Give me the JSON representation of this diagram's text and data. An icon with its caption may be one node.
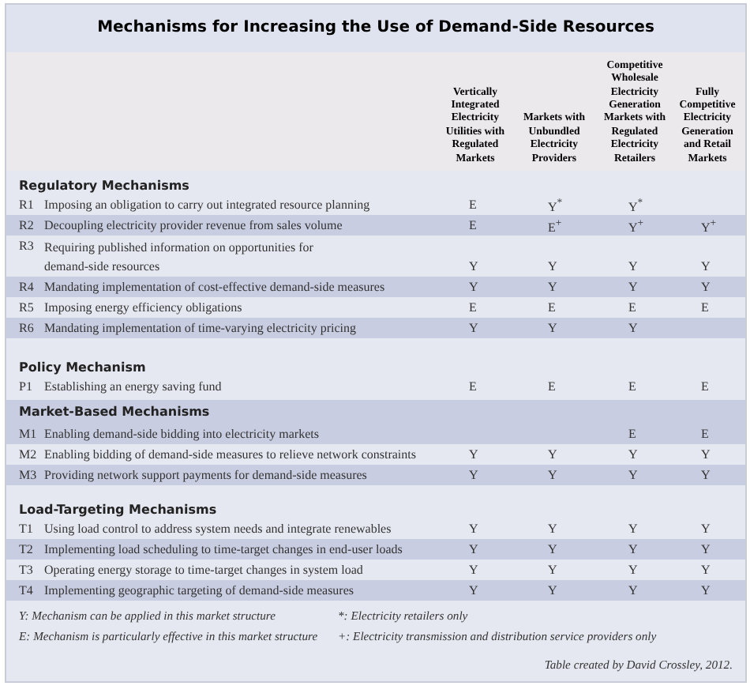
{
  "diagram": {
    "title": "Mechanisms for Increasing the Use of Demand-Side Resources",
    "caption": "Table created by David Crossley, 2012.",
    "labels": [
      "Vertically Integrated Electricity Utilities with Regulated Markets",
      "Markets with Unbundled Electricity Providers",
      "Competitive Wholesale Electricity Generation Markets with Regulated Electricity Retailers",
      "Fully Competitive Electricity Generation and Retail Markets",
      "Regulatory Mechanisms",
      "R1",
      "Imposing an obligation to carry out integrated resource planning",
      "E",
      "Y$^{*}$",
      "Y$^{*}$",
      "R2",
      "Decoupling electricity provider revenue from sales volume",
      "E",
      "E$^{+}$",
      "Y$^{+}$",
      "Y$^{+}$",
      "R3",
      "Requiring published information on opportunities for demand-side resources",
      "Y",
      "Y",
      "Y",
      "Y",
      "R4",
      "Mandating implementation of cost-effective demand-side measures",
      "Y",
      "Y",
      "Y",
      "Y",
      "R5",
      "Imposing energy efficiency obligations",
      "E",
      "E",
      "E",
      "E",
      "R6",
      "Mandating implementation of time-varying electricity pricing",
      "Y",
      "Y",
      "Y",
      "Policy Mechanism",
      "P1",
      "Establishing an energy saving fund",
      "E",
      "E",
      "E",
      "E",
      "Market-Based Mechanisms",
      "M1",
      "Enabling demand-side bidding into electricity markets",
      "E",
      "E",
      "M2",
      "Enabling bidding of demand-side measures to relieve network constraints",
      "Y",
      "Y",
      "Y",
      "Y",
      "M3",
      "Providing network support payments for demand-side measures",
      "Y",
      "Y",
      "Y",
      "Y",
      "Load-Targeting Mechanisms",
      "T1",
      "Using load control to address system needs and integrate renewables",
      "Y",
      "Y",
      "Y",
      "Y",
      "T2",
      "Implementing load scheduling to time-target changes in end-user loads",
      "Y",
      "Y",
      "Y",
      "Y",
      "T3",
      "Operating energy storage to time-target changes in system load",
      "Y",
      "Y",
      "Y",
      "Y",
      "T4",
      "Implementing geographic targeting of demand-side measures",
      "Y",
      "Y",
      "Y",
      "Y",
      "Y: Mechanism can be applied in this market structure",
      "*: Electricity retailers only",
      "E: Mechanism is particularly effective in this market structure",
      "+: Electricity transmission and distribution service providers only"
    ]
  }
}
